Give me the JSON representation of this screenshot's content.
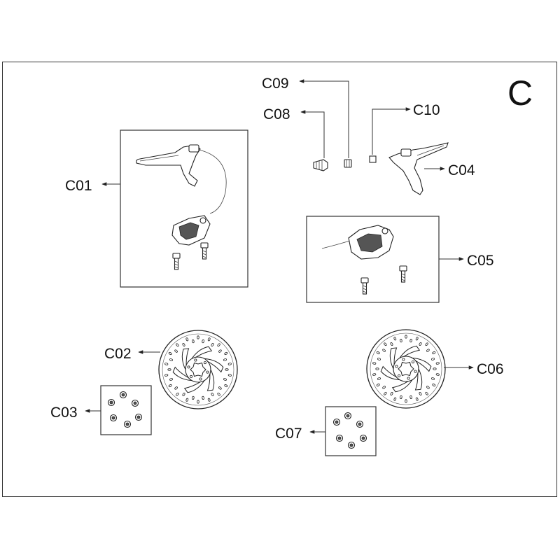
{
  "section_letter": "C",
  "labels": {
    "c01": "C01",
    "c02": "C02",
    "c03": "C03",
    "c04": "C04",
    "c05": "C05",
    "c06": "C06",
    "c07": "C07",
    "c08": "C08",
    "c09": "C09",
    "c10": "C10"
  }
}
